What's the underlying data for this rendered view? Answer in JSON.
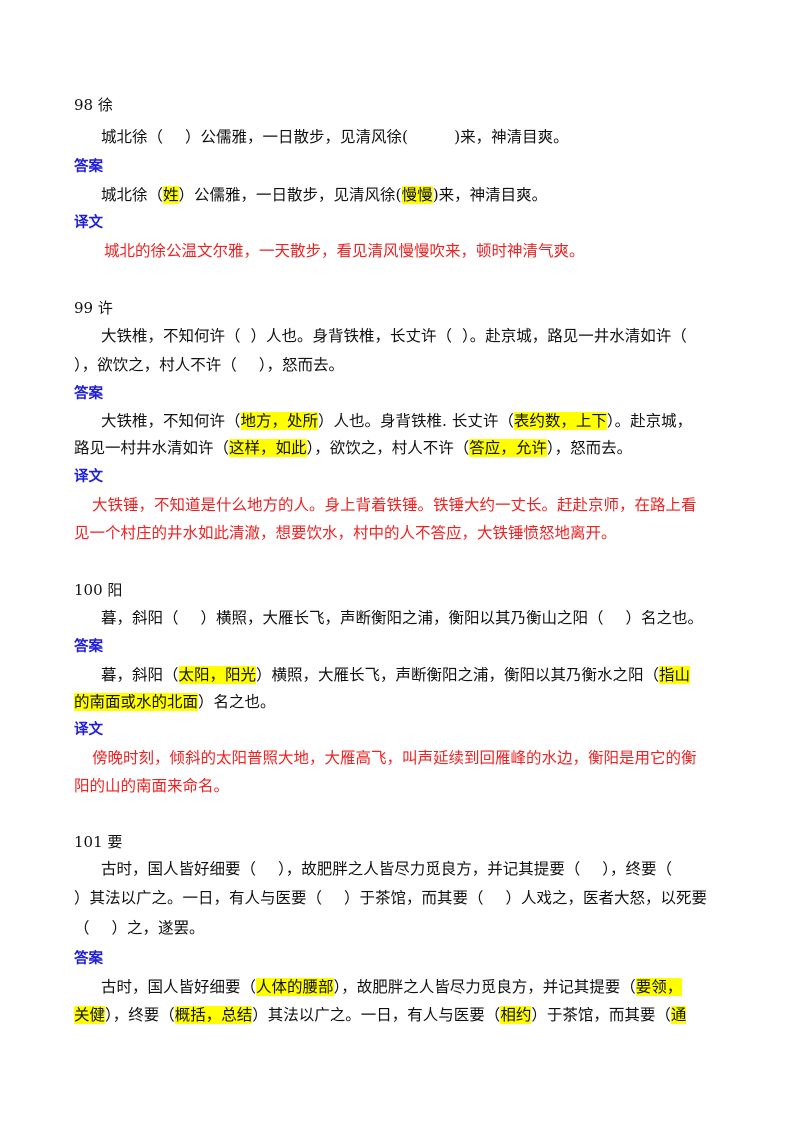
{
  "labels": {
    "answer": "答案",
    "translation": "译文"
  },
  "colors": {
    "label": "#1f1fd6",
    "translation_text": "#ee2222",
    "highlight": "#ffff00"
  },
  "q98": {
    "num": "98 徐",
    "q": [
      "城北徐（",
      "）公儒雅，一日散步，见清风徐(",
      ")来，神清目爽。"
    ],
    "a": [
      "城北徐（",
      "姓",
      "）公儒雅，一日散步，见清风徐(",
      "慢慢",
      ")来，神清目爽。"
    ],
    "t": "城北的徐公温文尔雅，一天散步，看见清风慢慢吹来，顿时神清气爽。"
  },
  "q99": {
    "num": "99 许",
    "q1": [
      "大铁椎，不知何许（",
      "）人也。身背铁椎，长丈许（",
      "）。赴京城，路见一井水清如许（"
    ],
    "q2": [
      "），欲饮之，村人不许（",
      "），怒而去。"
    ],
    "a1": [
      "大铁椎，不知何许（",
      "地方，处所",
      "）人也。身背铁椎. 长丈许（",
      "表约数，上下",
      "）。赴京城，"
    ],
    "a2": [
      "路见一村井水清如许（",
      "这样，如此",
      "），欲饮之，村人不许（",
      "答应，允许",
      "），怒而去。"
    ],
    "t1": "大铁锤，不知道是什么地方的人。身上背着铁锤。铁锤大约一丈长。赶赴京师，在路上看",
    "t2": "见一个村庄的井水如此清澈，想要饮水，村中的人不答应，大铁锤愤怒地离开。"
  },
  "q100": {
    "num": "100 阳",
    "q": [
      "暮，斜阳（",
      "）横照，大雁长飞，声断衡阳之浦，衡阳以其乃衡山之阳（",
      "）名之也。"
    ],
    "a1": [
      "暮，斜阳（",
      "太阳，阳光",
      "）横照，大雁长飞，声断衡阳之浦，衡阳以其乃衡水之阳（",
      "指山"
    ],
    "a2": [
      "的南面或水的北面",
      "）名之也。"
    ],
    "t1": "傍晚时刻，倾斜的太阳普照大地，大雁高飞，叫声延续到回雁峰的水边，衡阳是用它的衡",
    "t2": "阳的山的南面来命名。"
  },
  "q101": {
    "num": "101 要",
    "q1": [
      "古时，国人皆好细要（",
      "），故肥胖之人皆尽力觅良方，并记其提要（",
      "），终要（"
    ],
    "q2": [
      "）其法以广之。一日，有人与医要（",
      "）于茶馆，而其要（",
      "）人戏之，医者大怒，以死要"
    ],
    "q3": [
      "（",
      "）之，遂罢。"
    ],
    "a1": [
      "古时，国人皆好细要（",
      "人体的腰部",
      "），故肥胖之人皆尽力觅良方，并记其提要（",
      "要领，"
    ],
    "a2": [
      "关健",
      "），终要（",
      "概括，总结",
      "）其法以广之。一日，有人与医要（",
      "相约",
      "）于茶馆，而其要（",
      "通"
    ]
  }
}
